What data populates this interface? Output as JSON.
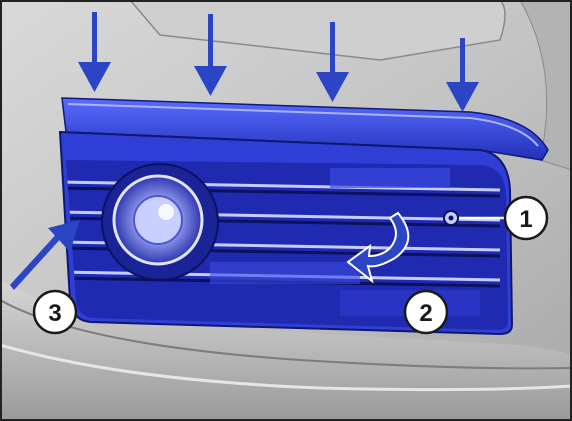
{
  "colors": {
    "highlight_blue": "#2f3fd6",
    "arrow_blue": "#2b45c4",
    "callout_fill": "#ffffff",
    "callout_stroke": "#1a1a1a",
    "body_gray": "#b9b9b9",
    "frame": "#222222"
  },
  "callouts": [
    {
      "id": "1",
      "label": "1"
    },
    {
      "id": "2",
      "label": "2"
    },
    {
      "id": "3",
      "label": "3"
    }
  ],
  "icons": {
    "press_down_arrows": "arrow-down-icon",
    "push_in_arrow": "arrow-diagonal-icon",
    "rotate_arrow": "curved-arrow-icon",
    "screw": "screw-icon",
    "fog_lamp": "fog-lamp-icon"
  }
}
